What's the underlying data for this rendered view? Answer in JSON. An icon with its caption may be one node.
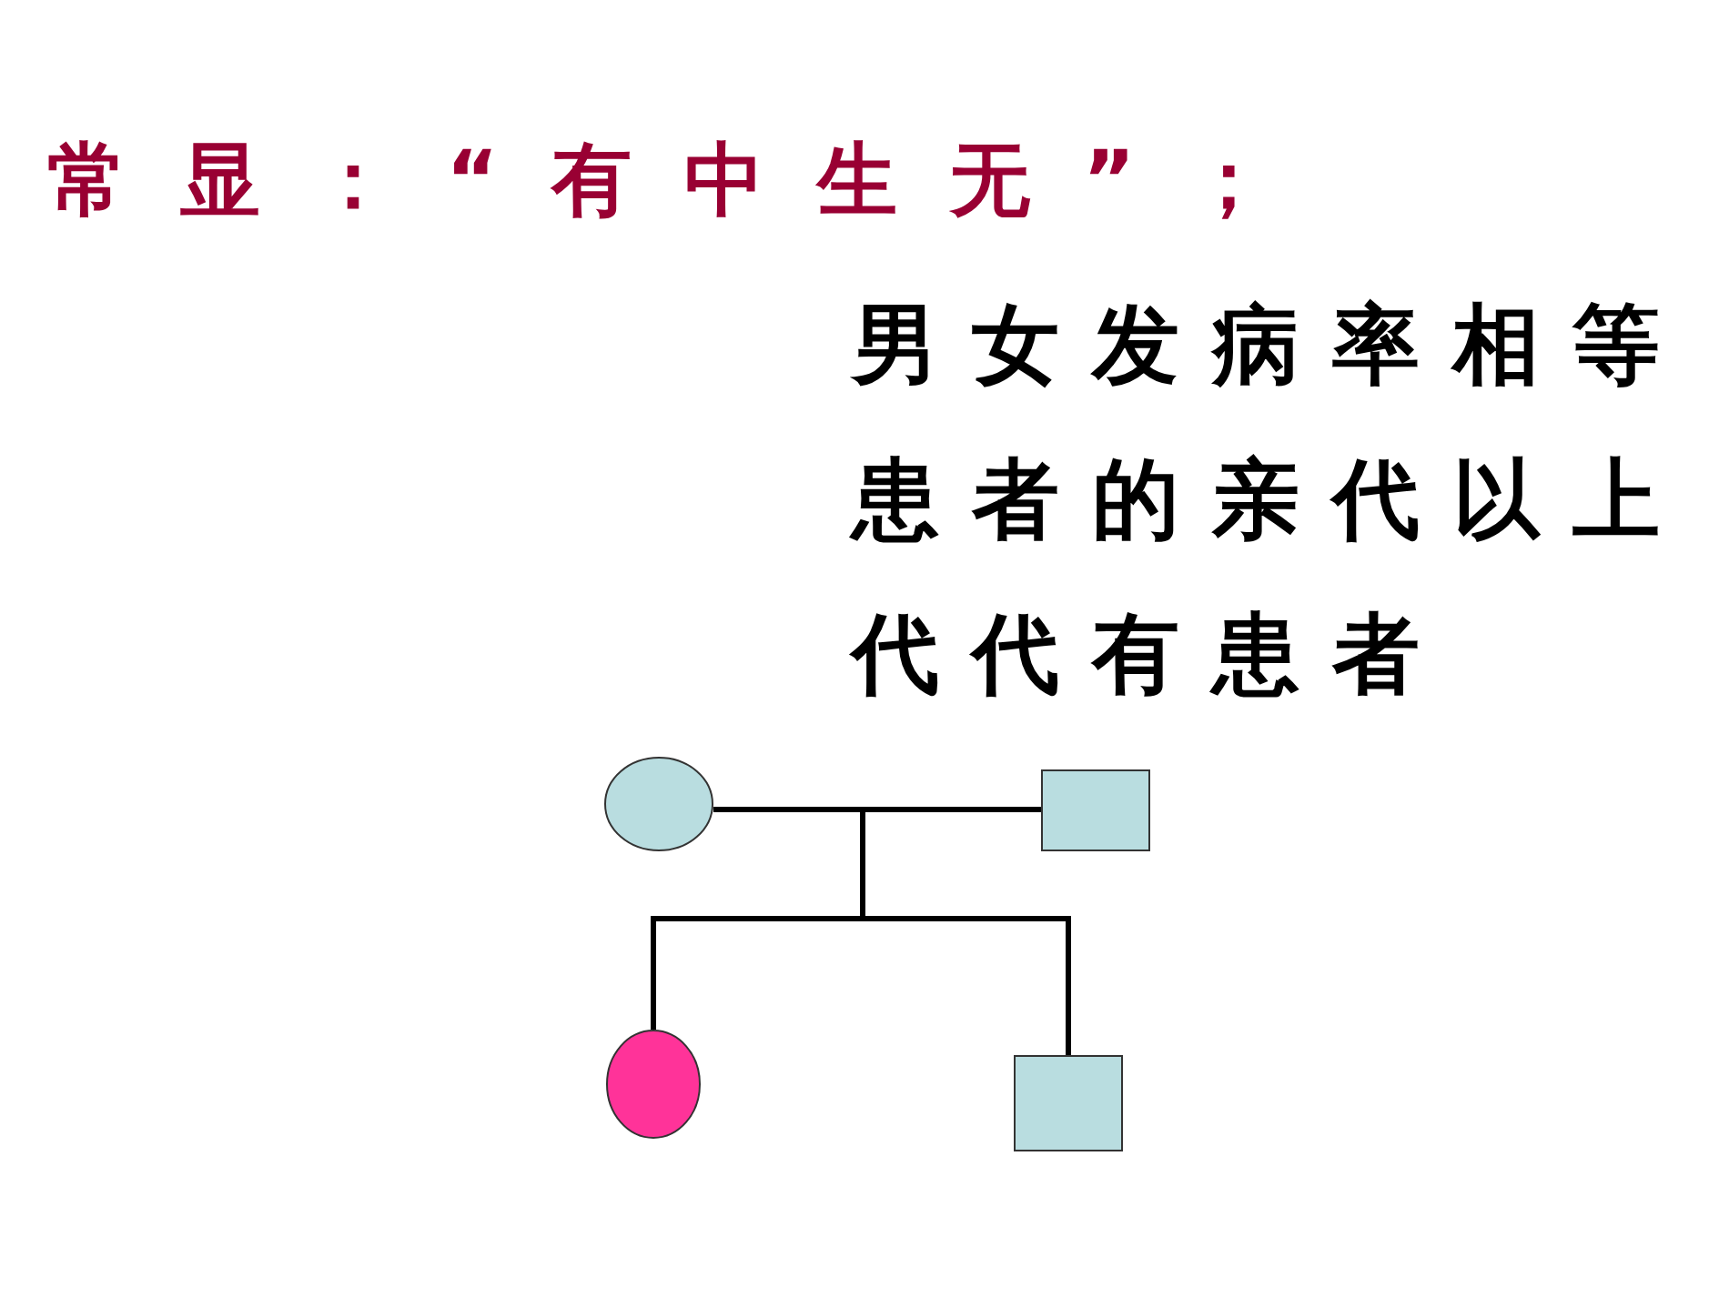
{
  "diagram": {
    "title": "常显：“有中生无”；",
    "nodes": [
      {
        "text": [],
        "shape": "circle"
      },
      {
        "text": [],
        "shape": "box"
      },
      {
        "text": [],
        "shape": "circle"
      },
      {
        "text": [],
        "shape": "box"
      }
    ],
    "edges": [
      {
        "from": 0,
        "to": 1,
        "arrow": "none"
      },
      {
        "from": null,
        "to": 2,
        "arrow": "none"
      },
      {
        "from": null,
        "to": 3,
        "arrow": "none"
      }
    ],
    "labels": [
      "男女发病率相等",
      "患者的亲代以上",
      "代代有患者"
    ]
  }
}
